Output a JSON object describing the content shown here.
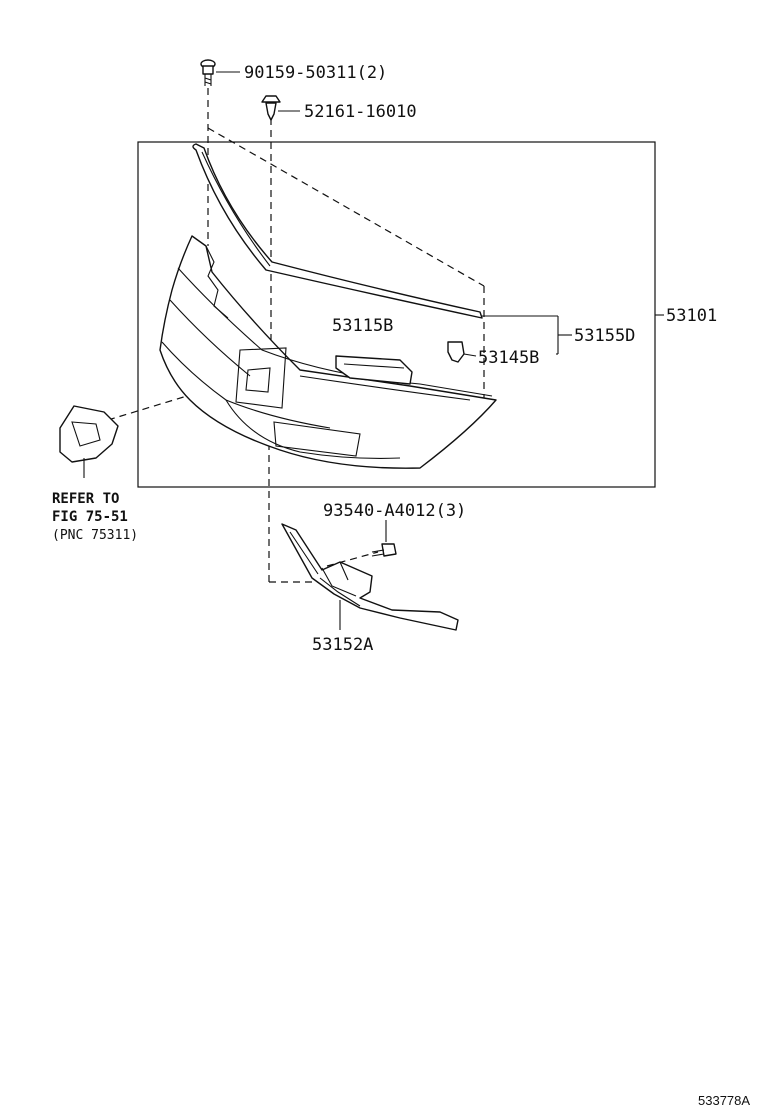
{
  "parts": {
    "bolt": "90159-50311(2)",
    "clip": "52161-16010",
    "grille_assy": "53101",
    "bracket": "53115B",
    "retainer": "53145B",
    "molding": "53155D",
    "screw": "93540-A4012(3)",
    "lower_bracket": "53152A"
  },
  "reference": {
    "line1": "REFER TO",
    "line2": "FIG 75-51",
    "line3": "(PNC 75311)"
  },
  "illustration_id": "533778A"
}
